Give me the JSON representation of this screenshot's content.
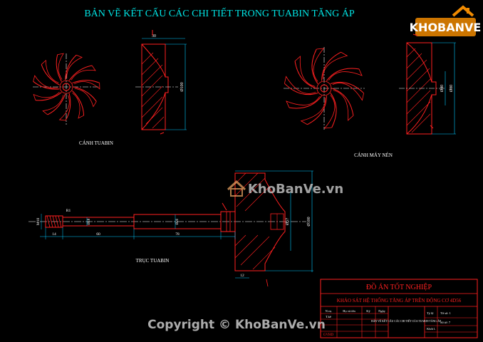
{
  "title": "BẢN VẼ KẾT CẤU CÁC CHI TIẾT TRONG TUABIN TĂNG ÁP",
  "views": {
    "turbine_blade_label": "CÁNH TUABIN",
    "compressor_label": "CÁNH MÁY NÉN",
    "shaft_label": "TRỤC TUABIN"
  },
  "dimensions": {
    "turbine_side_top": "30",
    "turbine_side_dia": "Ø100",
    "compressor_side_a": "Ø40",
    "compressor_side_b": "Ø80",
    "shaft_thread": "M10",
    "shaft_chamfer": "R1",
    "shaft_d1": "Ø18",
    "shaft_d2": "Ø20",
    "shaft_big": "Ø100",
    "shaft_mid": "Ø57",
    "shaft_len_a": "14",
    "shaft_len_b": "60",
    "shaft_len_c": "78",
    "shaft_len_d": "12"
  },
  "title_block": {
    "project": "ĐỒ ÁN TỐT NGHIỆP",
    "subject": "KHẢO SÁT HỆ THỐNG TĂNG ÁP TRÊN ĐỘNG CƠ 4D56",
    "col_nhiemvu": "N.vụ",
    "col_hoten": "Họ và tên",
    "col_ky": "Ký",
    "col_ngay": "Ngày",
    "row1": "T.kế",
    "drawing_name": "BẢN VẼ KẾT CẤU CÁC CHI TIẾT CỦA TUABIN TĂNG ÁP",
    "sheet": "Tờ số: 1",
    "scale": "Số tờ: 7",
    "ratio": "Tỷ lệ",
    "khoi": "Khối l.",
    "org": "GVHD"
  },
  "watermarks": {
    "logo_text": "KHOBANVE",
    "center": "KhoBanVe.vn",
    "copyright": "Copyright © KhoBanVe.vn"
  },
  "colors": {
    "background": "#000000",
    "outline": "#ff2020",
    "dimension": "#00c8ff",
    "title": "#00e5e5",
    "label": "#ffffff",
    "centerline": "#ffffff",
    "hatch": "#ff2020",
    "logo_orange": "#f08a00"
  }
}
